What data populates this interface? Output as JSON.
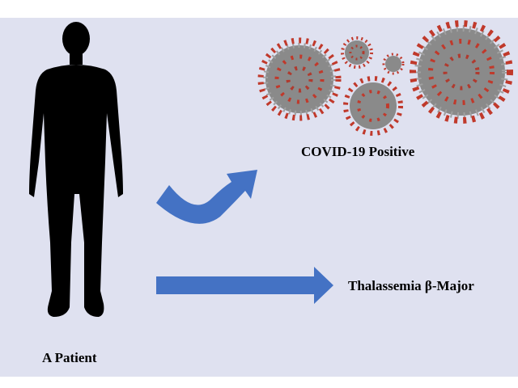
{
  "labels": {
    "patient": "A Patient",
    "covid": "COVID-19 Positive",
    "thalassemia": "Thalassemia β-Major"
  },
  "colors": {
    "background": "#dfe1f0",
    "arrow": "#4472c4",
    "silhouette": "#000000",
    "virus_body": "#8a8a8a",
    "virus_spike": "#c0392b"
  },
  "icons": {
    "person": "human-silhouette-icon",
    "virus": "coronavirus-icon",
    "arrow_curved": "curved-arrow-icon",
    "arrow_straight": "straight-arrow-icon"
  }
}
